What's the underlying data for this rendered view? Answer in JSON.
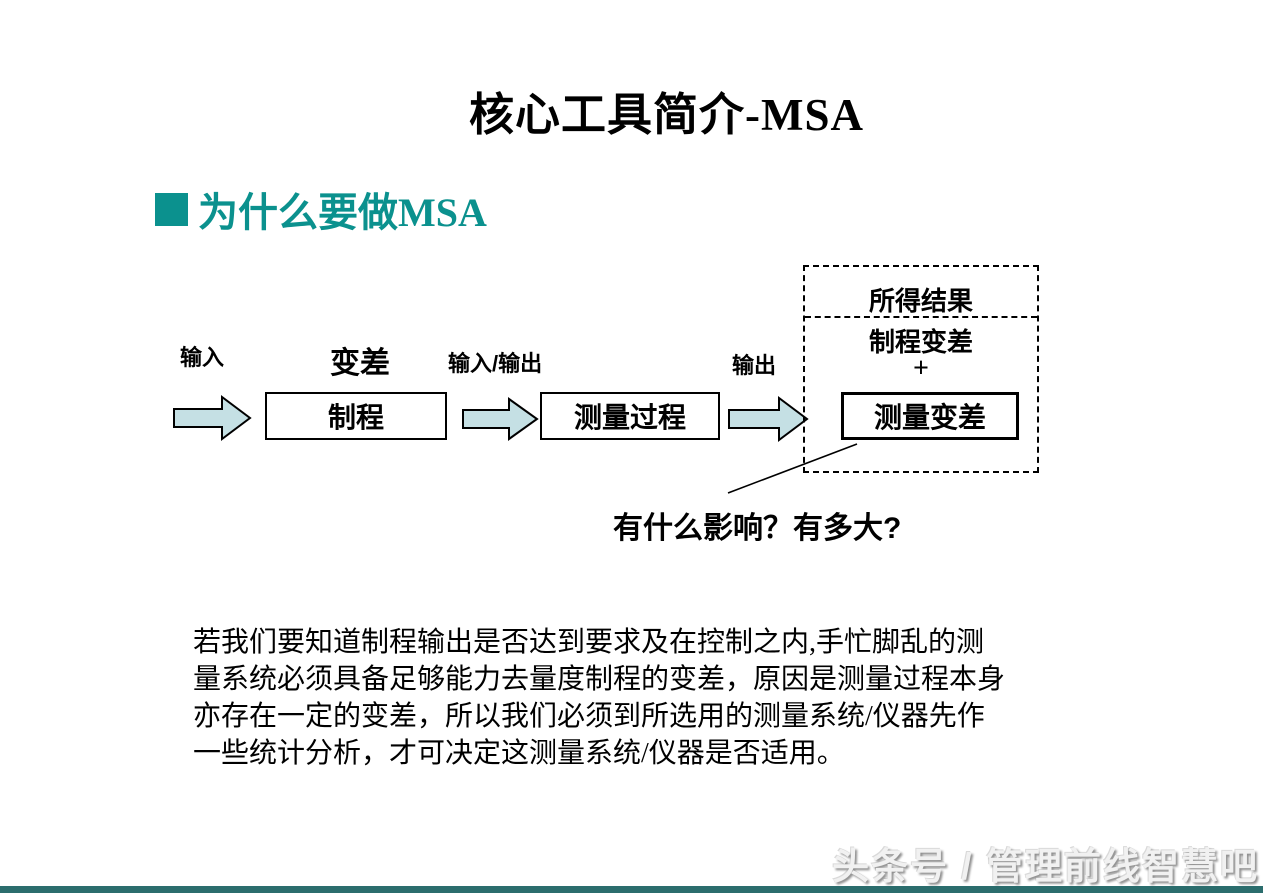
{
  "title": "核心工具简介-MSA",
  "section": {
    "heading": "为什么要做MSA"
  },
  "colors": {
    "accent": "#0B918E",
    "arrow_fill": "#C5E0E4",
    "arrow_stroke": "#000000",
    "footer_bar": "#2B6D6D"
  },
  "diagram": {
    "label_input": "输入",
    "label_variation": "变差",
    "label_input_output": "输入/输出",
    "label_output": "输出",
    "box_process": "制程",
    "box_measurement_process": "测量过程",
    "result_title": "所得结果",
    "result_line": "制程变差",
    "result_plus": "+",
    "box_measurement_variation": "测量变差",
    "question": "有什么影响？有多大?"
  },
  "paragraph": {
    "lines": [
      "若我们要知道制程输出是否达到要求及在控制之内,手忙脚乱的测",
      "量系统必须具备足够能力去量度制程的变差，原因是测量过程本身",
      "亦存在一定的变差，所以我们必须到所选用的测量系统/仪器先作",
      "一些统计分析，才可决定这测量系统/仪器是否适用。"
    ]
  },
  "watermark": "头条号 / 管理前线智慧吧"
}
